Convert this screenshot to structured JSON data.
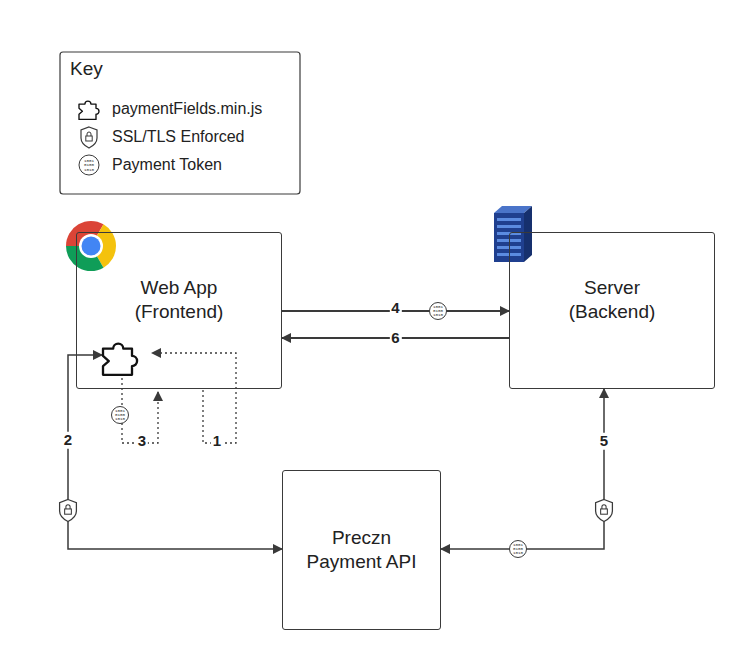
{
  "diagram": {
    "nodes": [
      {
        "text": [
          "Web App (Frontend)"
        ]
      },
      {
        "text": [
          "Server (Backend)"
        ]
      },
      {
        "text": [
          "Preczn Payment API"
        ]
      }
    ],
    "edges": [
      {
        "from": 0,
        "to": 1,
        "label": "4",
        "arrow": "to"
      },
      {
        "from": 1,
        "to": 0,
        "label": "6",
        "arrow": "to"
      },
      {
        "from": 0,
        "to": 2,
        "label": "2",
        "arrow": "both"
      },
      {
        "from": 2,
        "to": 1,
        "label": "5",
        "arrow": "both"
      }
    ],
    "labels": [
      "Key",
      "1001 0100 1010",
      "1001 0100 1010",
      "1001 0100 1010",
      "1001 0100 1010",
      "1",
      "3"
    ],
    "legend": [
      {
        "text": "paymentFields.min.js"
      },
      {
        "text": "SSL/TLS Enforced"
      },
      {
        "text": "Payment Token"
      }
    ]
  }
}
